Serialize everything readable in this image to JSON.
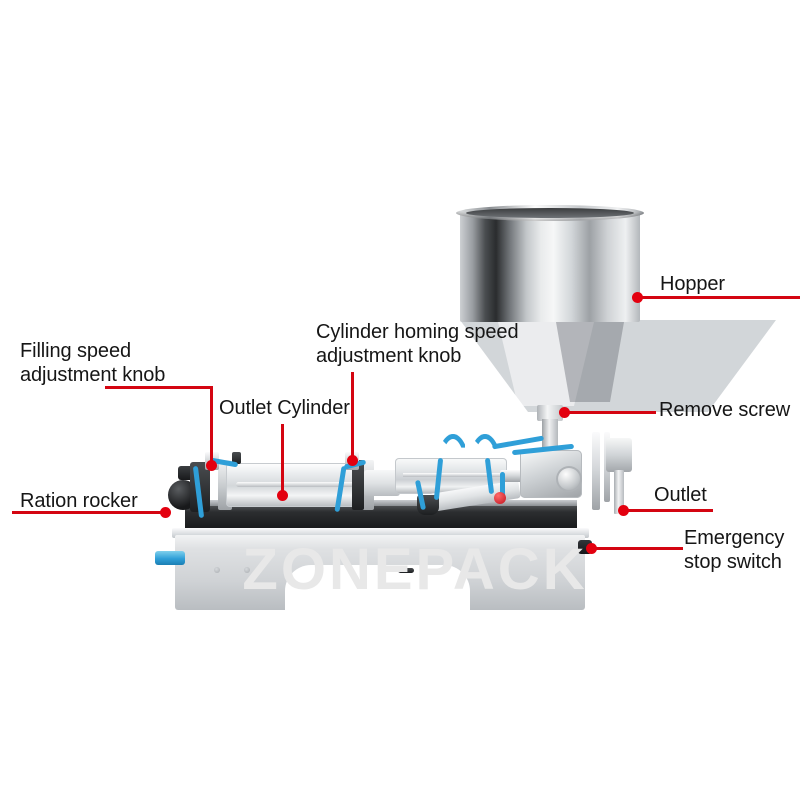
{
  "diagram": {
    "title": "Semi-automatic paste filling machine annotated parts diagram",
    "watermark": "ZONEPACK",
    "accent_color": "#d40511",
    "dot_color": "#e3000f",
    "text_color": "#161616",
    "background_color": "#ffffff"
  },
  "annotations": [
    {
      "id": "filling-speed-adjustment-knob",
      "line1": "Filling speed",
      "line2": "adjustment knob",
      "leader": "L-shaped, horizontal then down to knob"
    },
    {
      "id": "ration-rocker",
      "line1": "Ration rocker",
      "line2": "",
      "leader": "horizontal right to rocker"
    },
    {
      "id": "outlet-cylinder",
      "line1": "Outlet Cylinder",
      "line2": "",
      "leader": "vertical down to cylinder"
    },
    {
      "id": "cylinder-homing-speed-adjustment-knob",
      "line1": "Cylinder homing speed",
      "line2": "adjustment knob",
      "leader": "vertical down to knob"
    },
    {
      "id": "hopper",
      "line1": "Hopper",
      "line2": "",
      "leader": "horizontal left to hopper wall"
    },
    {
      "id": "remove-screw",
      "line1": "Remove screw",
      "line2": "",
      "leader": "horizontal left to screw"
    },
    {
      "id": "outlet",
      "line1": "Outlet",
      "line2": "",
      "leader": "horizontal left to outlet nozzle"
    },
    {
      "id": "emergency-stop-switch",
      "line1": "Emergency",
      "line2": "stop switch",
      "leader": "horizontal left to switch"
    }
  ]
}
